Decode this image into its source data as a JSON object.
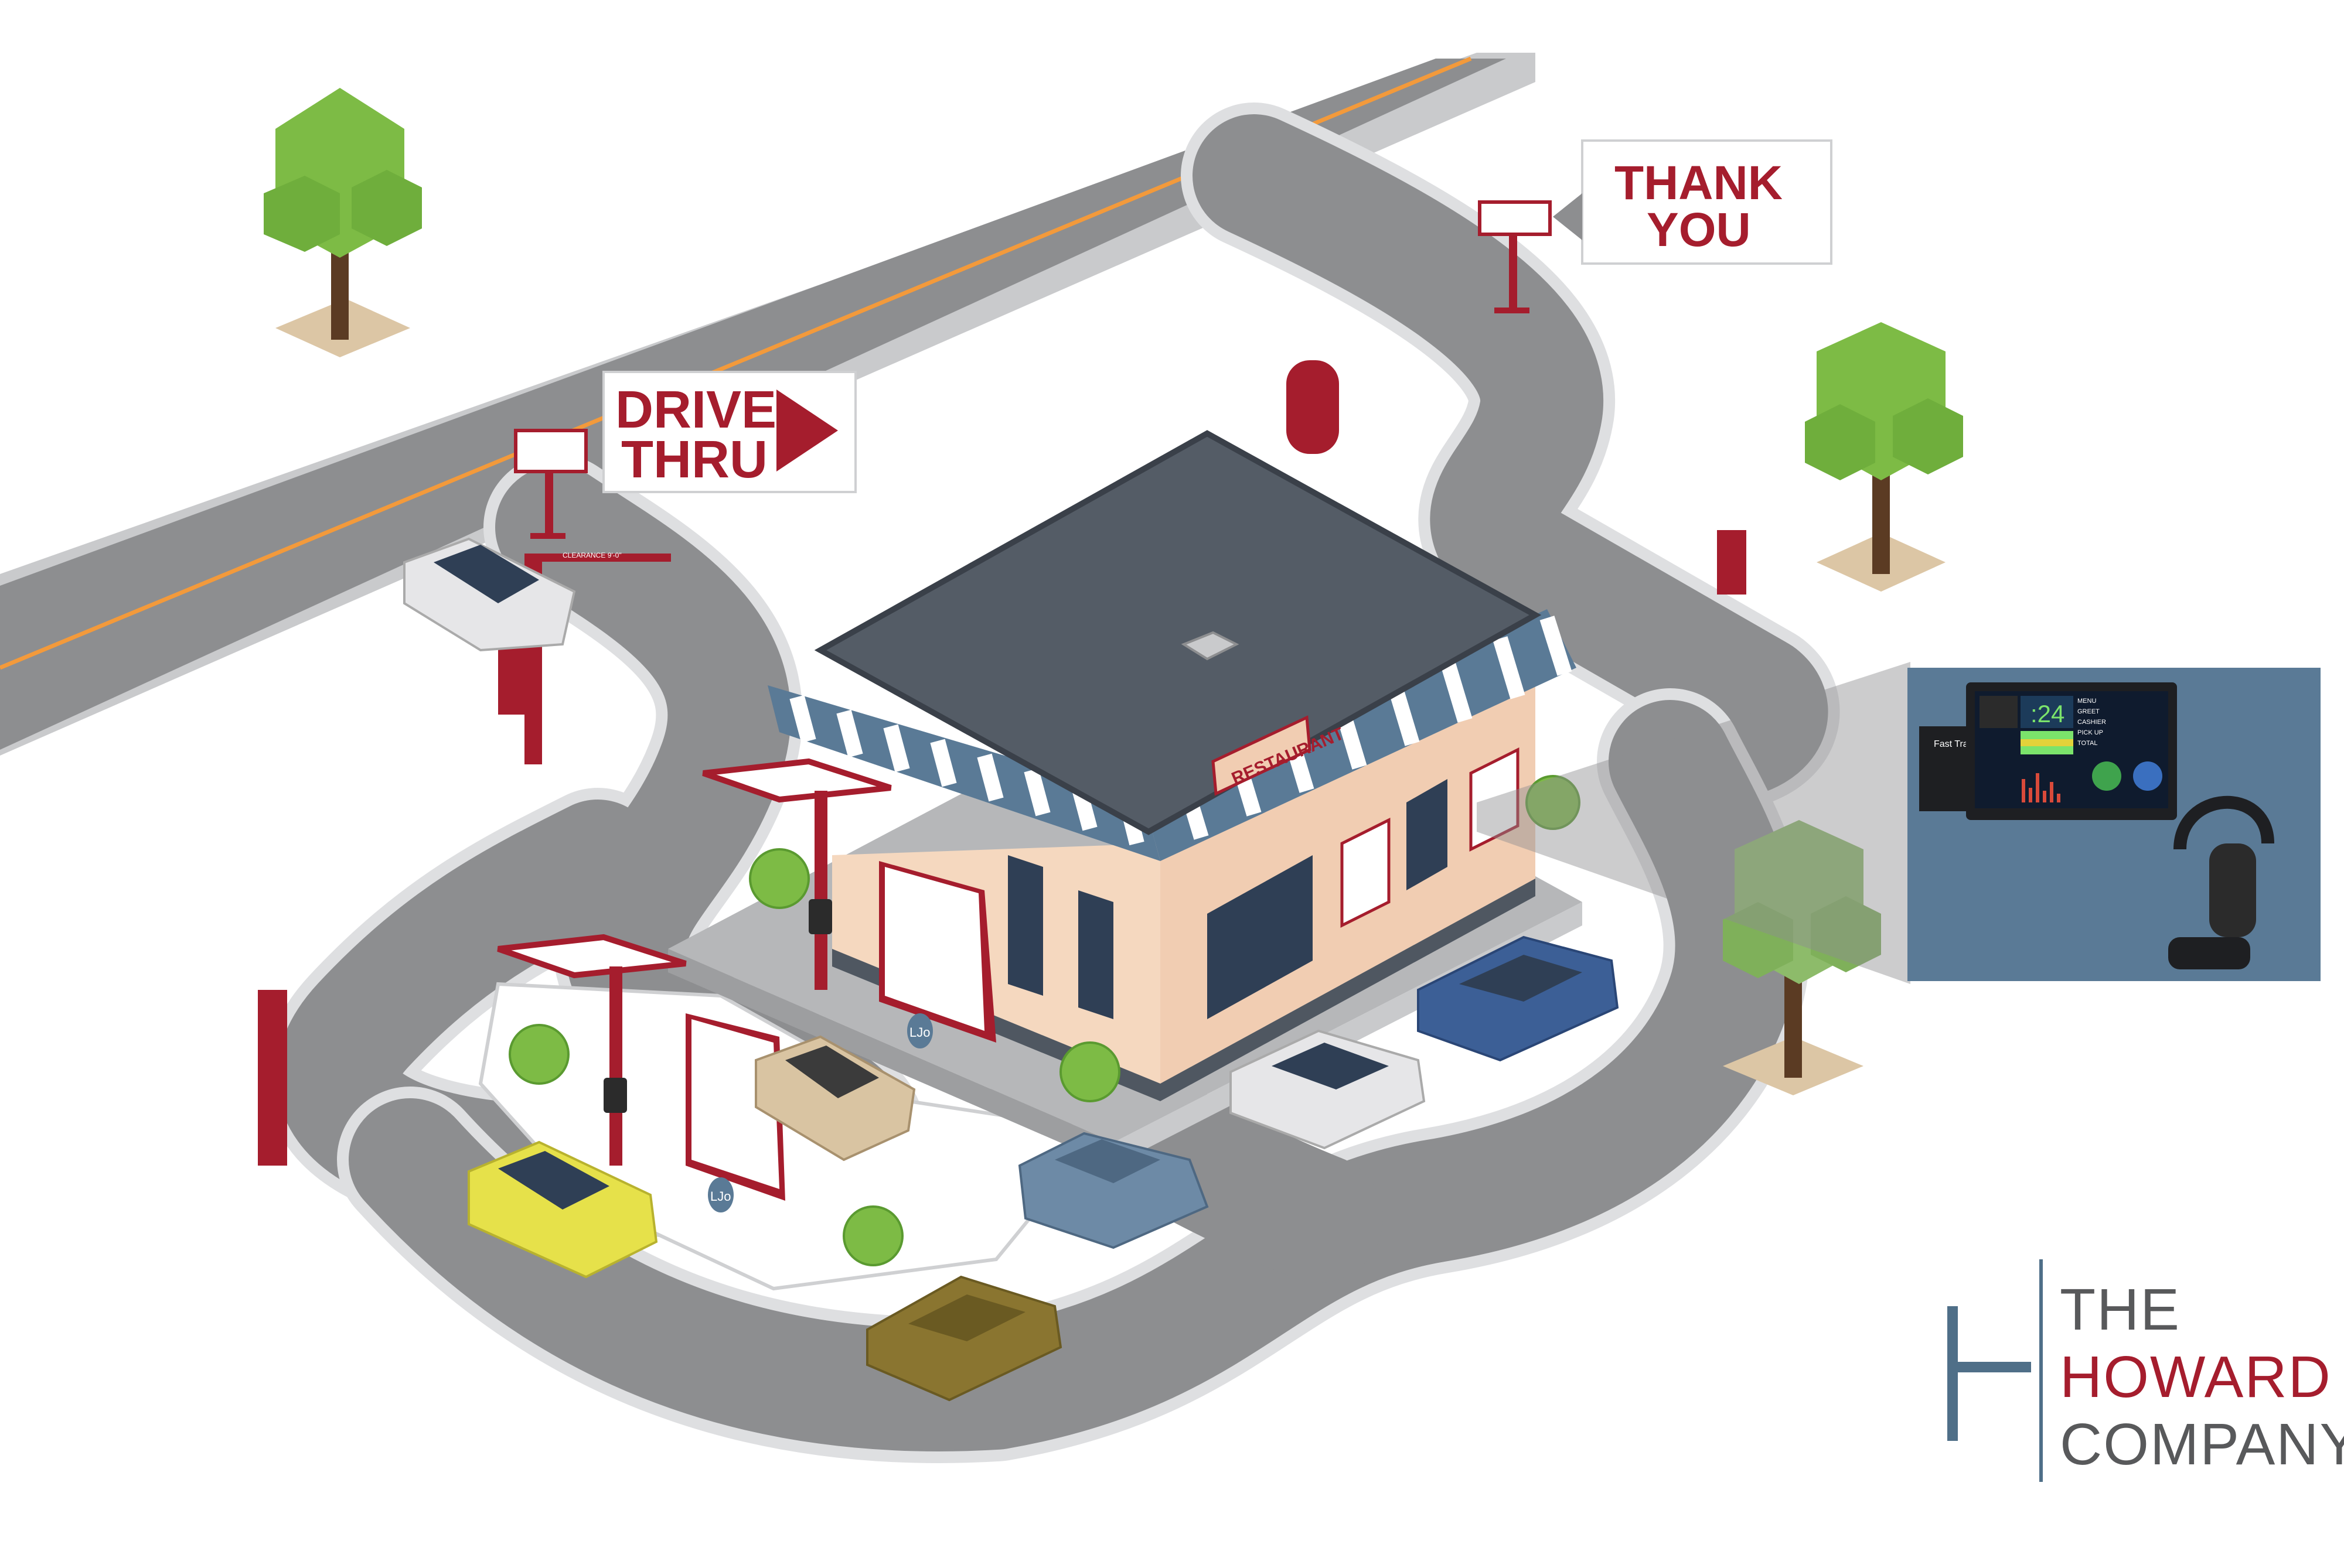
{
  "signs": {
    "drive_thru_line1": "DRIVE",
    "drive_thru_line2": "THRU",
    "thank_you_line1": "THANK",
    "thank_you_line2": "YOU",
    "restaurant": "RESTAURANT",
    "clearance_bar": "CLEARANCE 9'-0\""
  },
  "menu_board_logo": "LJo",
  "timer_panel": {
    "timer_value": ":24",
    "device_label": "Fast Track",
    "rows": [
      "MENU",
      "GREET",
      "CASHIER",
      "PICK UP",
      "TOTAL"
    ]
  },
  "company": {
    "line1": "THE",
    "line2": "HOWARD",
    "line3": "COMPANY"
  },
  "colors": {
    "brand_red": "#a51d2d",
    "road": "#8d8e90",
    "panel_blue": "#5a7a96",
    "roof": "#545c66",
    "logo_slate": "#4f6f88"
  }
}
